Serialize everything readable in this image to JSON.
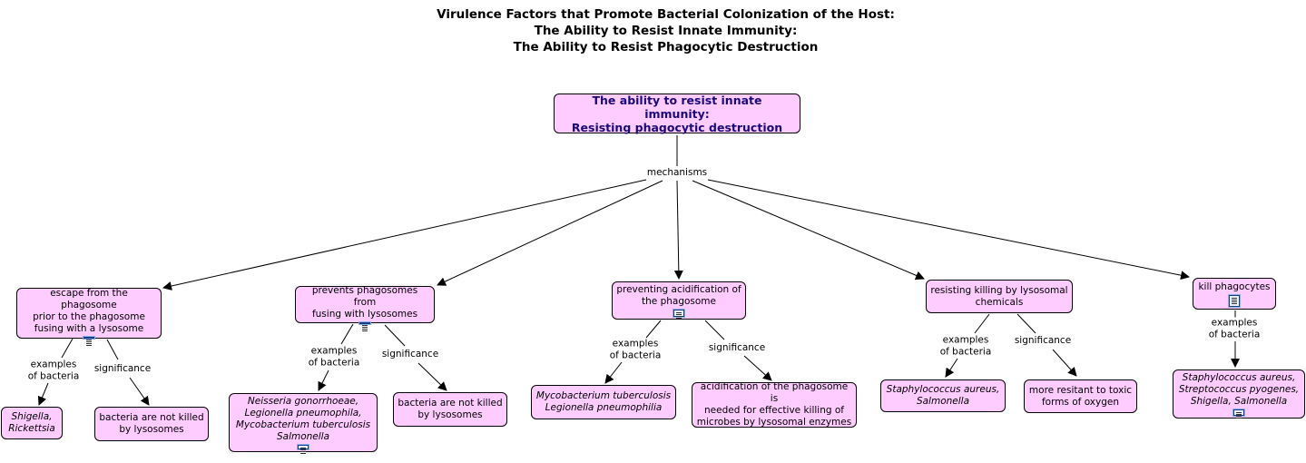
{
  "title": {
    "line1": "Virulence Factors that Promote Bacterial Colonization of the Host:",
    "line2": "The Ability to Resist Innate Immunity:",
    "line3": "The Ability to Resist Phagocytic Destruction"
  },
  "nodes": {
    "root": "The ability to resist innate immunity:\nResisting phagocytic destruction",
    "escape": "escape from the phagosome\nprior to the phagosome\nfusing with a lysosome",
    "shigella": "Shigella,\nRickettsia",
    "escape_sig": "bacteria are not killed\nby lysosomes",
    "prevent_fuse": "prevents phagosomes from\nfusing with lysosomes",
    "neisseria": "Neisseria gonorrhoeae,\nLegionella pneumophila,\nMycobacterium tuberculosis\nSalmonella",
    "fuse_sig": "bacteria are not killed\nby lysosomes",
    "prevent_acid": "preventing acidification of\nthe phagosome",
    "myco": "Mycobacterium tuberculosis\nLegionella pneumophilia",
    "acid_sig": "acidification of the phagosome is\nneeded for effective killing of\nmicrobes by lysosomal enzymes",
    "resist_chem": "resisting killing by lysosomal\nchemicals",
    "staph_salm": "Staphylococcus aureus,\nSalmonella",
    "chem_sig": "more resitant to toxic\nforms of oxygen",
    "kill_phago": "kill phagocytes",
    "staph_strep": "Staphylococcus aureus,\nStreptococcus pyogenes,\nShigella, Salmonella"
  },
  "links": {
    "mechanisms": "mechanisms",
    "ex1": "examples\nof bacteria",
    "sig1": "significance",
    "ex2": "examples\nof bacteria",
    "sig2": "significance",
    "ex3": "examples\nof bacteria",
    "sig3": "significance",
    "ex4": "examples\nof bacteria",
    "sig4": "significance",
    "ex5": "examples\nof bacteria"
  },
  "icons": {
    "resource": "document-icon"
  },
  "colors": {
    "node_fill": "#ffccff",
    "root_text": "#1a0a7a",
    "line": "#000000"
  }
}
